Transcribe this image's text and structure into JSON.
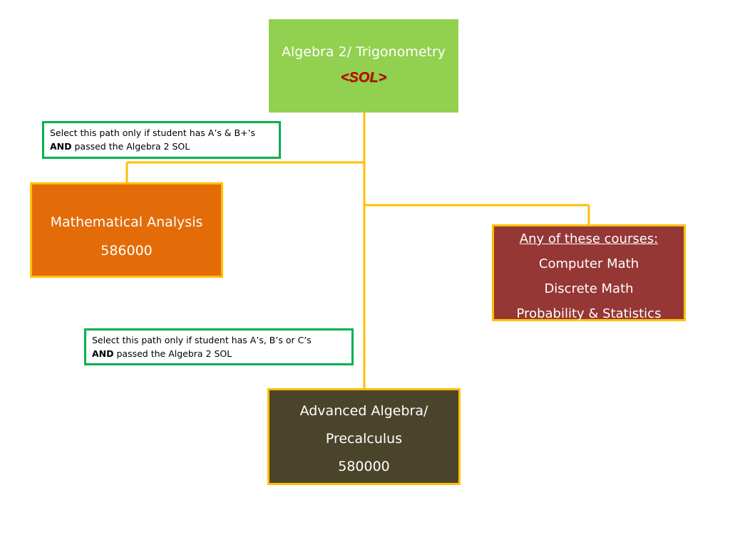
{
  "colors": {
    "connector": "#ffc000",
    "note_border": "#00b050",
    "top_box_fill": "#92d050",
    "sol_text": "#c00000",
    "math_analysis_fill": "#e36c09",
    "any_courses_fill": "#953735",
    "advanced_algebra_fill": "#4a452a"
  },
  "top_course": {
    "title": "Algebra 2/ Trigonometry",
    "tag": "<SOL>"
  },
  "note_1": {
    "text": "Select this path only if student has A’s & B+’s",
    "emphasis": "AND",
    "rest": " passed the Algebra 2 SOL"
  },
  "math_analysis": {
    "name": "Mathematical Analysis",
    "code": "586000"
  },
  "any_courses": {
    "heading": "Any of these courses:",
    "items": [
      "Computer Math",
      "Discrete Math",
      "Probability & Statistics"
    ]
  },
  "note_2": {
    "text": "Select this path only if student has A’s, B’s or C’s",
    "emphasis": "AND",
    "rest": " passed the Algebra 2 SOL"
  },
  "advanced_algebra": {
    "name_line_1": "Advanced Algebra/",
    "name_line_2": "Precalculus",
    "code": "580000"
  }
}
